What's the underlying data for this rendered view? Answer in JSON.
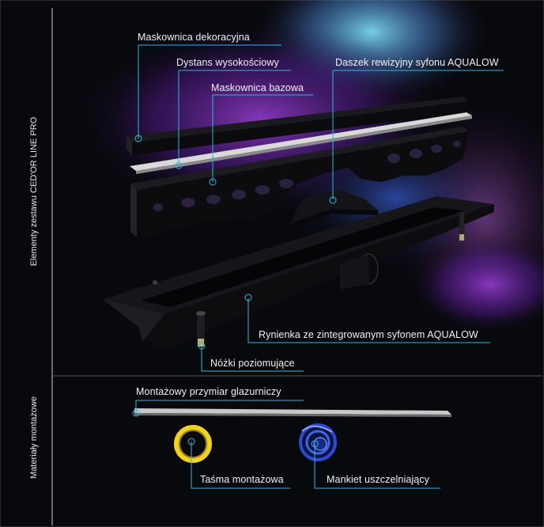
{
  "sections": {
    "kit_elements": "Elementy zestawu CED'OR LINE PRO",
    "mounting_materials": "Materiały montażowe"
  },
  "callouts": {
    "decorative_grate": "Maskownica dekoracyjna",
    "height_spacer": "Dystans wysokościowy",
    "base_grate": "Maskownica bazowa",
    "siphon_inspection_cover": "Daszek rewizyjny syfonu AQUALOW",
    "channel_with_siphon": "Rynienka ze zintegrowanym syfonem AQUALOW",
    "leveling_feet": "Nóżki poziomujące",
    "tiler_gauge": "Montażowy przymiar glazurniczy",
    "mounting_tape": "Taśma montażowa",
    "sealing_collar": "Mankiet uszczelniający"
  },
  "colors": {
    "line": "#2fb8d8",
    "tape": "#f2d21a",
    "collar": "#2b4bd4"
  }
}
